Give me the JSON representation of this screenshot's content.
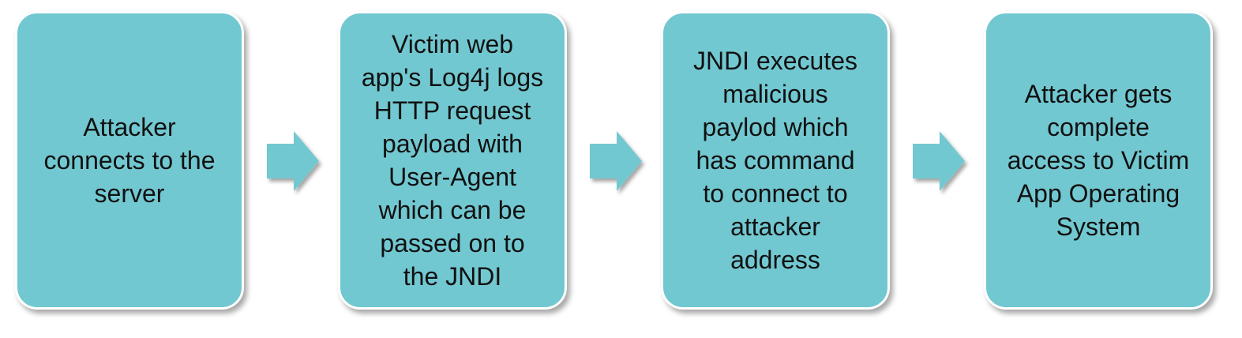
{
  "colors": {
    "box_fill": "#72c8d1",
    "arrow_fill": "#72c8d1",
    "text": "#111111"
  },
  "steps": [
    {
      "text": "Attacker\nconnects to the\nserver"
    },
    {
      "text": "Victim web\napp's Log4j logs\nHTTP request\npayload with\nUser-Agent\nwhich can be\npassed on to\nthe JNDI"
    },
    {
      "text": "JNDI executes\nmalicious\npaylod which\nhas command\nto connect to\nattacker\naddress"
    },
    {
      "text": "Attacker gets\ncomplete\naccess to Victim\nApp Operating\nSystem"
    }
  ],
  "arrows": [
    {
      "icon": "right-arrow-icon"
    },
    {
      "icon": "right-arrow-icon"
    },
    {
      "icon": "right-arrow-icon"
    }
  ]
}
